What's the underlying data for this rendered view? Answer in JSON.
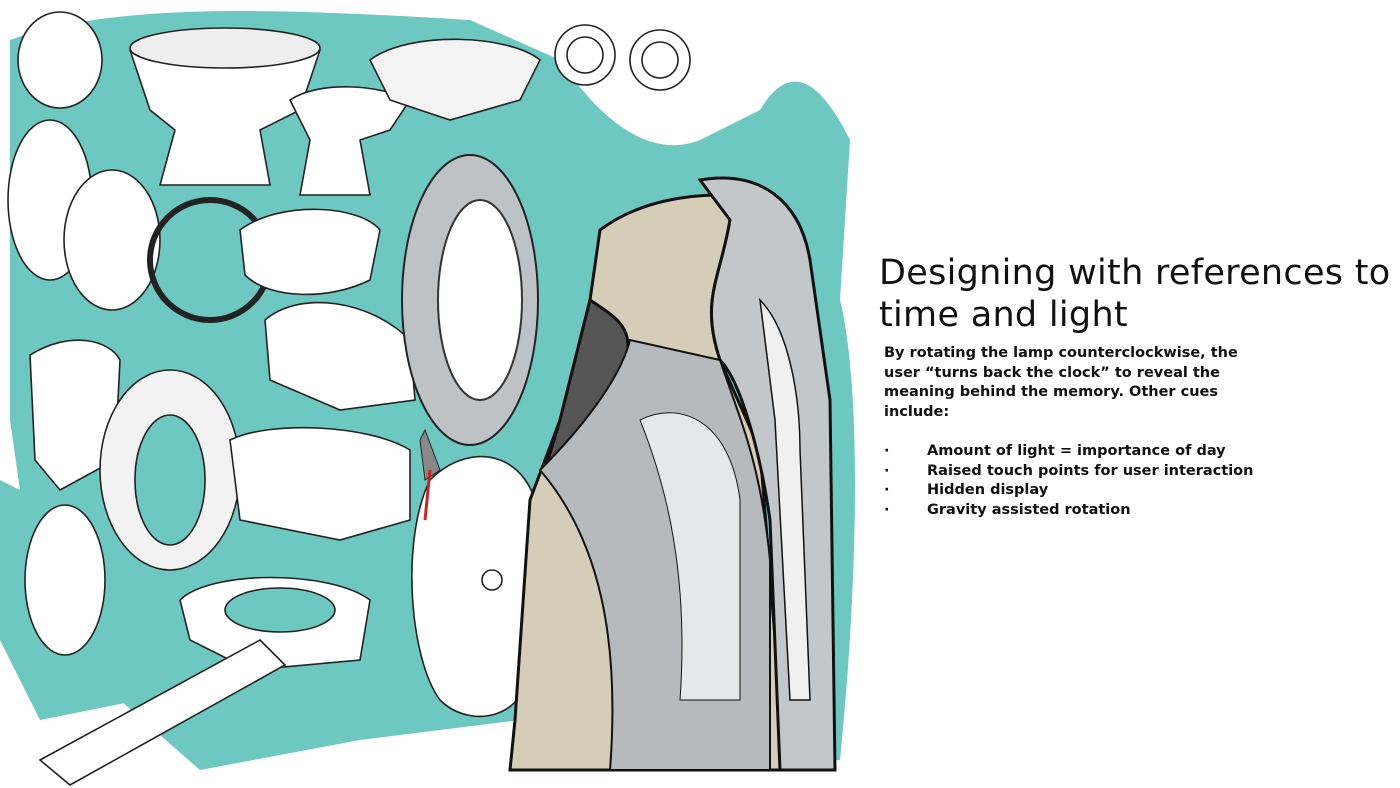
{
  "heading": "Designing with references to time and light",
  "paragraph": "By rotating the lamp counterclockwise, the user “turns back the clock” to reveal the meaning behind the memory. Other cues include:",
  "bullets": [
    "Amount of light = importance of day",
    "Raised touch points for user interaction",
    "Hidden display",
    "Gravity assisted rotation"
  ],
  "bullet_glyph": "·",
  "colors": {
    "teal": "#6ec8c2",
    "beige": "#d6cdb8",
    "chrome": "#b9bcbe",
    "text": "#111111"
  }
}
